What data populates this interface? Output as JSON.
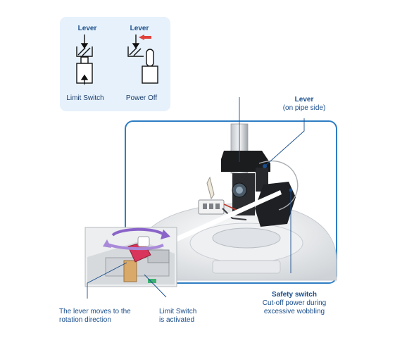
{
  "inset": {
    "left_title": "Lever",
    "right_title": "Lever",
    "left_caption": "Limit Switch",
    "right_caption": "Power Off"
  },
  "callouts": {
    "lever_title": "Lever",
    "lever_sub": "(on pipe side)",
    "safety_title": "Safety switch",
    "safety_line1": "Cut-off power during",
    "safety_line2": "excessive wobbling",
    "lever_move_line1": "The lever moves to the",
    "lever_move_line2": "rotation direction",
    "limit_line1": "Limit Switch",
    "limit_line2": "is activated"
  },
  "colors": {
    "text_blue": "#1a4e8c",
    "frame_blue": "#2e7dc4",
    "panel_bg": "#e6f1fb",
    "arrow_red": "#e0413a",
    "rotation_purple": "#8a63c9"
  }
}
